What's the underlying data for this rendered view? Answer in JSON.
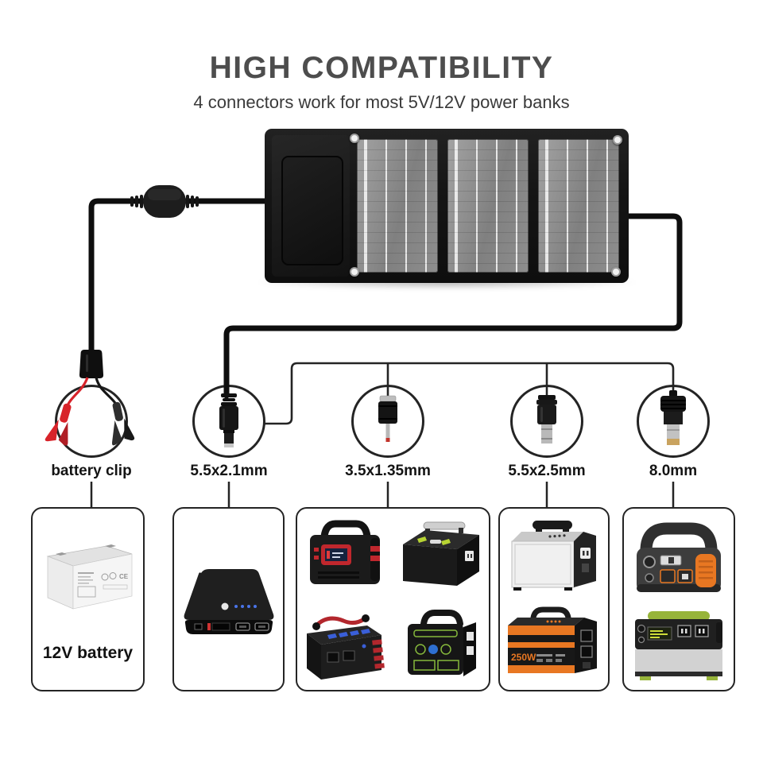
{
  "header": {
    "title": "HIGH COMPATIBILITY",
    "subtitle": "4 connectors work for most 5V/12V power banks"
  },
  "connectors": [
    {
      "id": "battery-clip",
      "label": "battery clip"
    },
    {
      "id": "dc-5.5x2.1",
      "label": "5.5x2.1mm"
    },
    {
      "id": "dc-3.5x1.35",
      "label": "3.5x1.35mm"
    },
    {
      "id": "dc-5.5x2.5",
      "label": "5.5x2.5mm"
    },
    {
      "id": "dc-8.0",
      "label": "8.0mm"
    }
  ],
  "devices": {
    "battery_label": "12V battery",
    "battery_mark": "CE",
    "power_station_badge": "250W"
  },
  "colors": {
    "title_gray": "#4d4d4d",
    "wire_black": "#0e0e0e",
    "clip_red": "#d8232a",
    "accent_orange": "#e87722",
    "accent_green": "#8bc53f",
    "led_blue": "#4a74e8"
  }
}
